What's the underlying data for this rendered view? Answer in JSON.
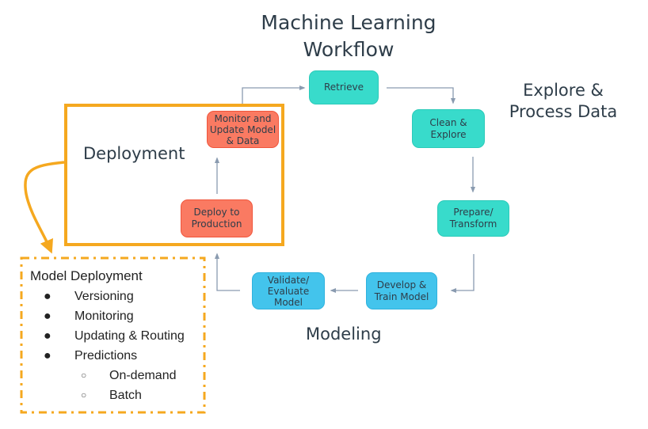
{
  "title": "Machine Learning Workflow",
  "sections": {
    "explore": "Explore & Process Data",
    "modeling": "Modeling",
    "deployment": "Deployment"
  },
  "nodes": {
    "retrieve": "Retrieve",
    "clean": "Clean & Explore",
    "prepare": "Prepare/ Transform",
    "develop": "Develop & Train Model",
    "validate": "Validate/ Evaluate Model",
    "deploy": "Deploy to Production",
    "monitor": "Monitor and Update Model & Data"
  },
  "model_deployment": {
    "title": "Model Deployment",
    "items": [
      "Versioning",
      "Monitoring",
      "Updating & Routing",
      "Predictions"
    ],
    "sub_items": [
      "On-demand",
      "Batch"
    ],
    "bullet": "●",
    "sub_bullet": "○"
  },
  "colors": {
    "data_stage": "#38dbcb",
    "modeling_stage": "#43c4ec",
    "deployment_stage": "#fa7a62",
    "highlight": "#f5a81f",
    "arrow": "#8a9bb0"
  }
}
